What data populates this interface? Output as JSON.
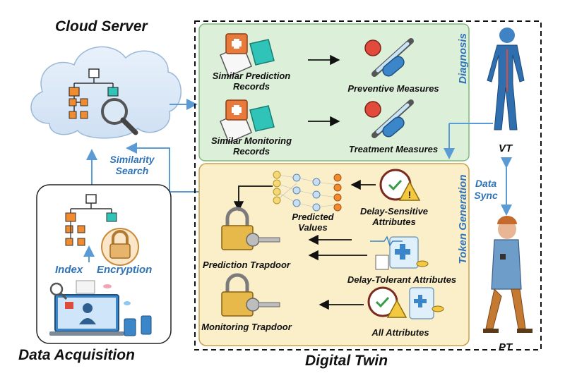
{
  "cloud": {
    "title": "Cloud Server"
  },
  "acquisition": {
    "title": "Data Acquisition",
    "index_label": "Index",
    "encryption_label": "Encryption"
  },
  "similarity": {
    "line1": "Similarity",
    "line2": "Search"
  },
  "twin": {
    "title": "Digital Twin"
  },
  "diagnosis": {
    "side_label": "Diagnosis",
    "pred_records_1": "Similar Prediction",
    "pred_records_2": "Records",
    "mon_records_1": "Similar Monitoring",
    "mon_records_2": "Records",
    "preventive": "Preventive Measures",
    "treatment": "Treatment Measures"
  },
  "token": {
    "side_label": "Token Generation",
    "predicted_1": "Predicted",
    "predicted_2": "Values",
    "delay_sensitive_1": "Delay-Sensitive",
    "delay_sensitive_2": "Attributes",
    "delay_tolerant": "Delay-Tolerant Attributes",
    "all_attributes": "All Attributes",
    "prediction_trapdoor": "Prediction Trapdoor",
    "monitoring_trapdoor": "Monitoring Trapdoor"
  },
  "vt": {
    "label": "VT"
  },
  "pt": {
    "label": "PT"
  },
  "sync": {
    "line1": "Data",
    "line2": "Sync"
  },
  "colors": {
    "accent": "#2e73b8",
    "diag_bg": "#dcefd9",
    "token_bg": "#fbefc9",
    "orange": "#f28a2e",
    "teal": "#2fc4b7"
  }
}
